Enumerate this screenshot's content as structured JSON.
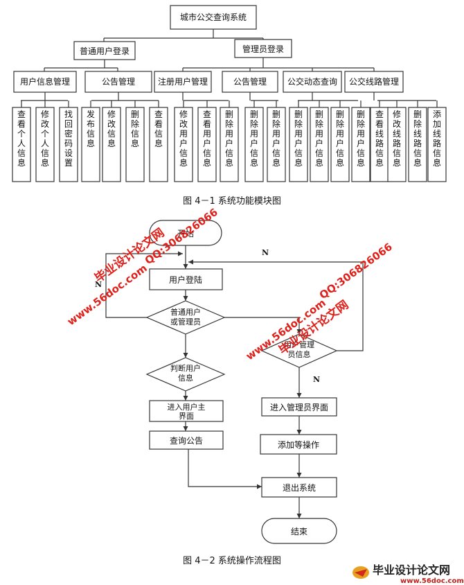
{
  "fig1": {
    "root": "城市公交查询系统",
    "l1": [
      "普通用户登录",
      "管理员登录"
    ],
    "l2": [
      "用户信息管理",
      "公告管理",
      "注册用户管理",
      "公告管理",
      "公交动态查询",
      "公交线路管理"
    ],
    "leaves": [
      "查看个人信息",
      "修改个人信息",
      "找回密码设置",
      "发布信息",
      "修改信息",
      "删除信息",
      "查看信息",
      "修改用户信息",
      "查看用户信息",
      "删除用户信息",
      "删除用户信息",
      "删除用户信息",
      "删除用户信息",
      "删除用户信息",
      "删除用户信息",
      "删除用户信息",
      "查看线路信息",
      "修改线路信息",
      "删除线路信息",
      "添加线路信息"
    ],
    "caption": "图 4－1 系统功能模块图"
  },
  "fig2": {
    "start": "开始",
    "login": "用户登陆",
    "choice": [
      "普通用户",
      "或管理员"
    ],
    "judge_user": [
      "判断用户",
      "信息"
    ],
    "judge_admin": [
      "用户管理",
      "员信息"
    ],
    "enter_user": [
      "进入用户主",
      "界面"
    ],
    "query": "查询公告",
    "enter_admin": "进入管理员界面",
    "add_ops": "添加等操作",
    "exit": "退出系统",
    "end": "结束",
    "n_labels": [
      "N",
      "N",
      "N"
    ],
    "caption": "图 4－2 系统操作流程图"
  },
  "watermark": {
    "site": "www.56doc.com",
    "qq": "QQ:306826066",
    "name": "毕业设计论文网",
    "logo_sub": "www.56doc.com"
  }
}
